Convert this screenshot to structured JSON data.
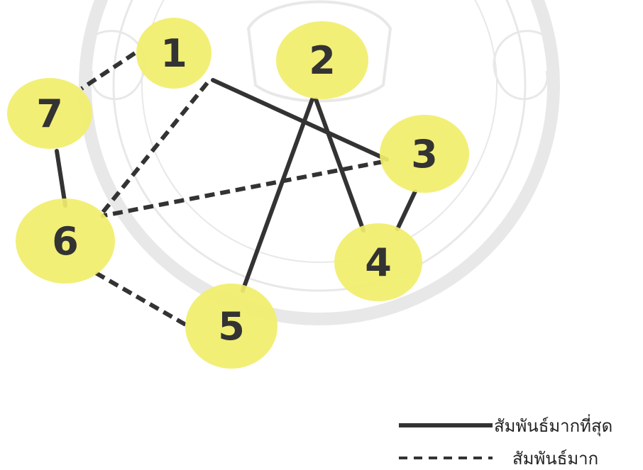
{
  "nodes": [
    {
      "id": "1",
      "label": "1"
    },
    {
      "id": "2",
      "label": "2"
    },
    {
      "id": "3",
      "label": "3"
    },
    {
      "id": "4",
      "label": "4"
    },
    {
      "id": "5",
      "label": "5"
    },
    {
      "id": "6",
      "label": "6"
    },
    {
      "id": "7",
      "label": "7"
    }
  ],
  "edges": [
    {
      "from": "1",
      "to": "7",
      "type": "medium"
    },
    {
      "from": "1",
      "to": "3",
      "type": "strong"
    },
    {
      "from": "1",
      "to": "6",
      "type": "medium"
    },
    {
      "from": "2",
      "to": "4",
      "type": "strong"
    },
    {
      "from": "2",
      "to": "5",
      "type": "strong"
    },
    {
      "from": "3",
      "to": "6",
      "type": "medium"
    },
    {
      "from": "3",
      "to": "4",
      "type": "strong"
    },
    {
      "from": "7",
      "to": "6",
      "type": "strong"
    },
    {
      "from": "6",
      "to": "5",
      "type": "medium"
    }
  ],
  "legend": {
    "strong_label": "สัมพันธ์มากที่สุด",
    "medium_label": "สัมพันธ์มาก"
  },
  "colors": {
    "node_fill": "#f1ee6b",
    "line": "#333333"
  }
}
